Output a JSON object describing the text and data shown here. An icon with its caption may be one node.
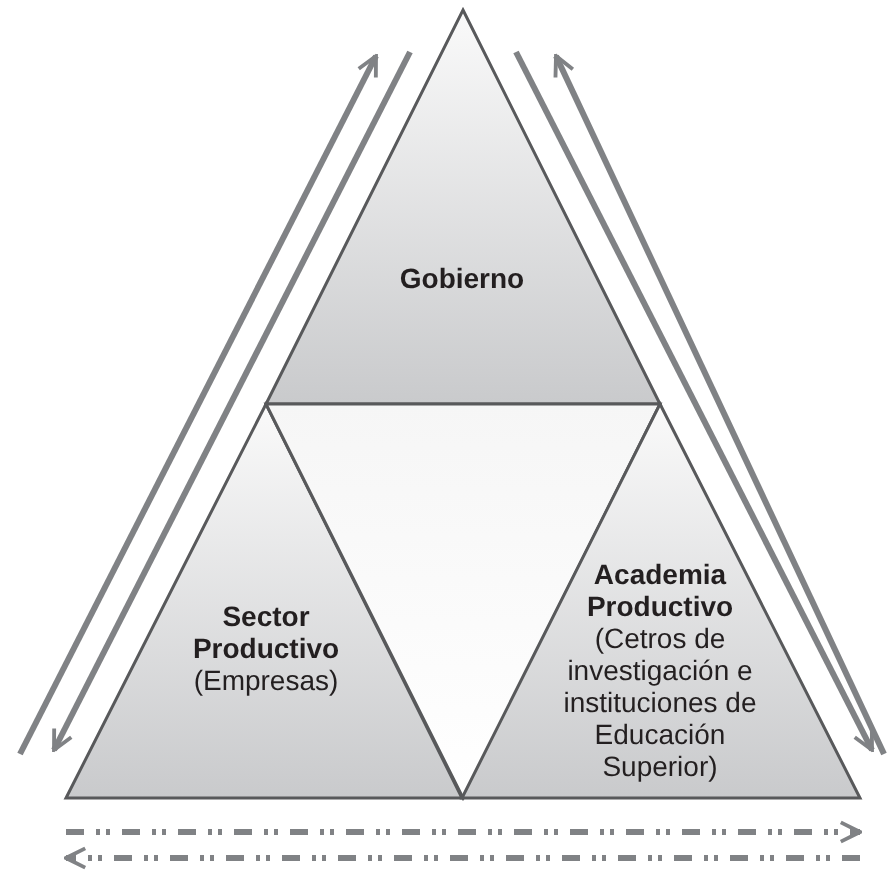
{
  "diagram": {
    "nodes": [
      {
        "text": [
          "Gobierno"
        ]
      },
      {
        "text": [
          "Sector Productivo",
          "(Empresas)"
        ]
      },
      {
        "text": [],
        "shape": "triangle"
      },
      {
        "text": [
          "Academia Productivo",
          "(Cetros de investigación e instituciones de Educación Superior)"
        ]
      }
    ],
    "edges": [
      {
        "from": 1,
        "to": 0,
        "arrow": "to"
      },
      {
        "from": 0,
        "to": 1,
        "arrow": "to"
      },
      {
        "from": 0,
        "to": 3,
        "arrow": "to"
      },
      {
        "from": 3,
        "to": 0,
        "arrow": "to"
      },
      {
        "from": 1,
        "to": 3,
        "arrow": "to",
        "style": "dashed"
      },
      {
        "from": 3,
        "to": 1,
        "arrow": "to",
        "style": "dashed"
      }
    ]
  }
}
